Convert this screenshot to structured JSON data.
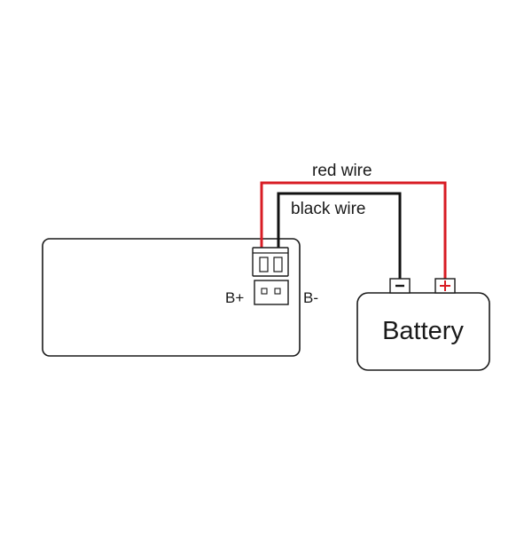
{
  "diagram": {
    "labels": {
      "red_wire": "red wire",
      "black_wire": "black wire",
      "b_plus": "B+",
      "b_minus": "B-",
      "battery": "Battery"
    },
    "colors": {
      "red_wire": "#d81c24",
      "black_wire": "#111111",
      "outline": "#1a1a1a",
      "background": "#ffffff"
    }
  }
}
